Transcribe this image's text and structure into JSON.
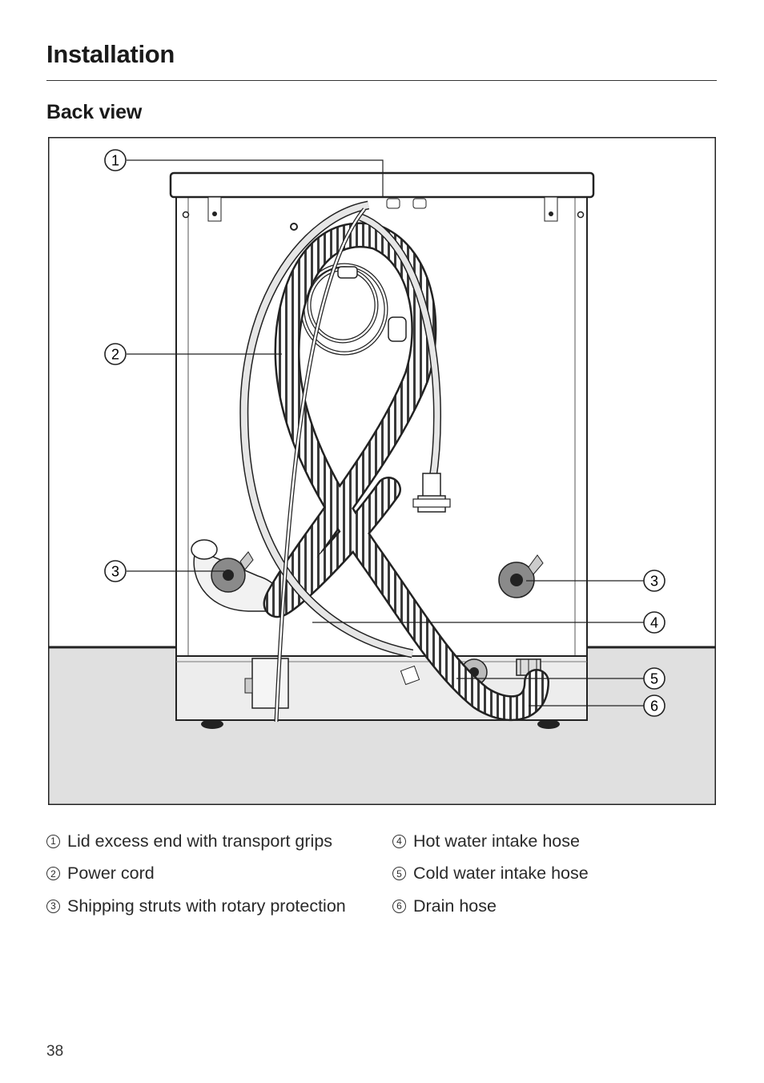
{
  "header": {
    "title": "Installation"
  },
  "section": {
    "title": "Back view"
  },
  "figure": {
    "callouts": {
      "c1": "1",
      "c2": "2",
      "c3a": "3",
      "c3b": "3",
      "c4": "4",
      "c5": "5",
      "c6": "6"
    }
  },
  "legend": {
    "left": [
      {
        "num": "1",
        "label": "Lid excess end with transport grips"
      },
      {
        "num": "2",
        "label": "Power cord"
      },
      {
        "num": "3",
        "label": "Shipping struts with rotary protection"
      }
    ],
    "right": [
      {
        "num": "4",
        "label": "Hot water intake hose"
      },
      {
        "num": "5",
        "label": "Cold water intake hose"
      },
      {
        "num": "6",
        "label": "Drain hose"
      }
    ]
  },
  "footer": {
    "page_number": "38"
  }
}
